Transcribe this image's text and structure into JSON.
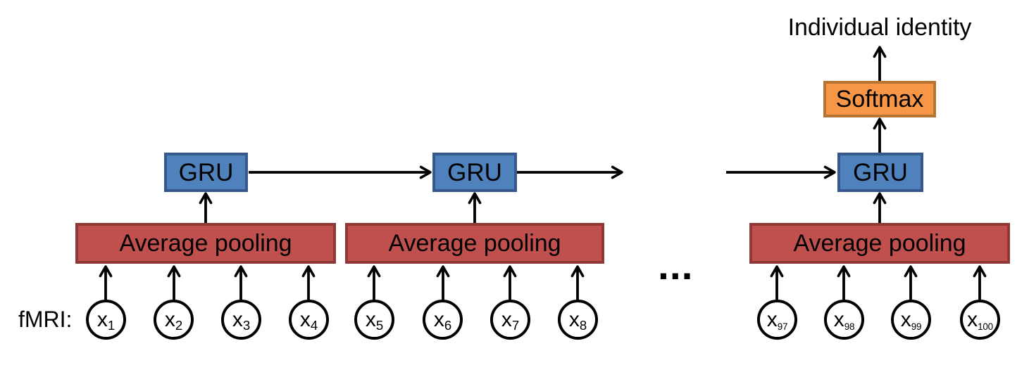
{
  "fmri_label": "fMRI:",
  "output_label": "Individual identity",
  "ellipsis": "...",
  "softmax": {
    "label": "Softmax"
  },
  "groups": [
    {
      "gru_label": "GRU",
      "pool_label": "Average pooling",
      "inputs": [
        {
          "base": "x",
          "sub": "1"
        },
        {
          "base": "x",
          "sub": "2"
        },
        {
          "base": "x",
          "sub": "3"
        },
        {
          "base": "x",
          "sub": "4"
        }
      ]
    },
    {
      "gru_label": "GRU",
      "pool_label": "Average pooling",
      "inputs": [
        {
          "base": "x",
          "sub": "5"
        },
        {
          "base": "x",
          "sub": "6"
        },
        {
          "base": "x",
          "sub": "7"
        },
        {
          "base": "x",
          "sub": "8"
        }
      ]
    },
    {
      "gru_label": "GRU",
      "pool_label": "Average pooling",
      "inputs": [
        {
          "base": "x",
          "sub": "97"
        },
        {
          "base": "x",
          "sub": "98"
        },
        {
          "base": "x",
          "sub": "99"
        },
        {
          "base": "x",
          "sub": "100"
        }
      ]
    }
  ],
  "colors": {
    "gru_fill": "#4f81bd",
    "gru_border": "#36588c",
    "pool_fill": "#c0504d",
    "pool_border": "#8e3937",
    "softmax_fill": "#f79646",
    "softmax_border": "#b77434",
    "line": "#000000",
    "text": "#000000",
    "background": "#ffffff"
  }
}
